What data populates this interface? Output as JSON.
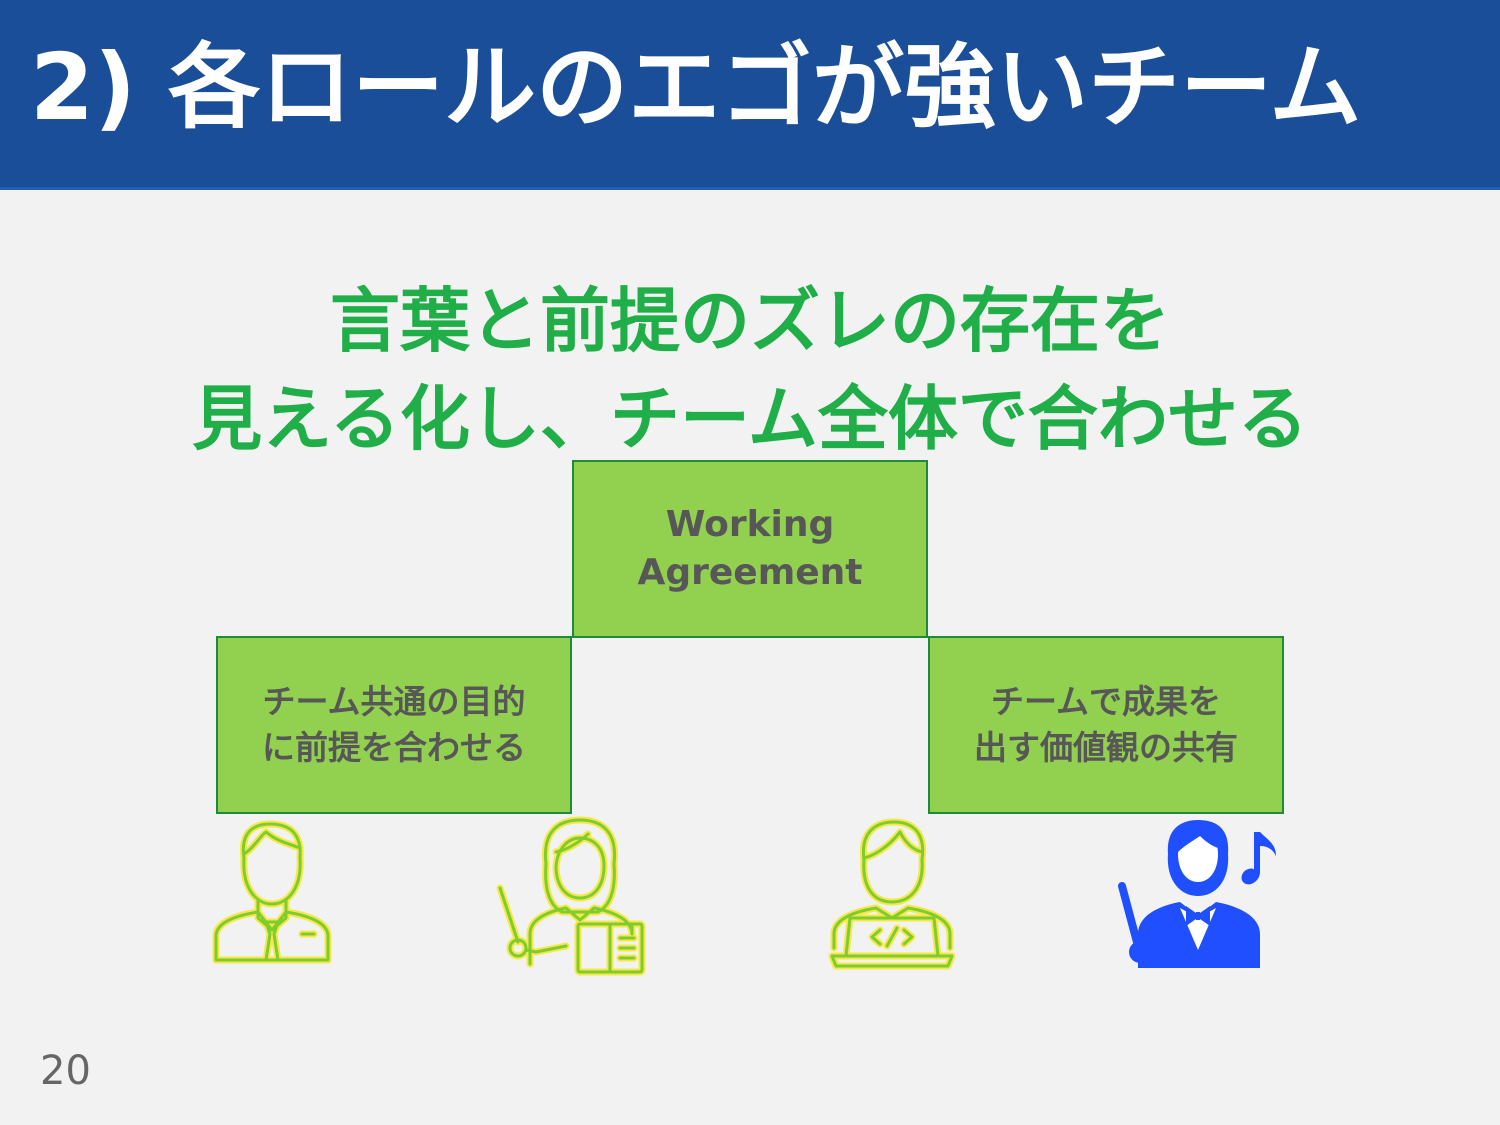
{
  "slide": {
    "title": "2) 各ロールのエゴが強いチーム",
    "page_number": "20"
  },
  "message": {
    "line1": "言葉と前提のズレの存在を",
    "line2": "見える化し、チーム全体で合わせる"
  },
  "diagram": {
    "top_box": {
      "line1": "Working",
      "line2": "Agreement"
    },
    "left_box": {
      "line1": "チーム共通の目的",
      "line2": "に前提を合わせる"
    },
    "right_box": {
      "line1": "チームで成果を",
      "line2": "出す価値観の共有"
    },
    "figures": [
      {
        "icon": "businessman-icon"
      },
      {
        "icon": "teacher-icon"
      },
      {
        "icon": "developer-icon"
      },
      {
        "icon": "conductor-icon"
      }
    ]
  },
  "colors": {
    "title_bar": "#1a4e98",
    "message_text": "#1fae48",
    "box_fill": "#92d050",
    "box_border": "#1e8a3a",
    "icon_green_stroke": "#7fcc2e",
    "icon_green_fill": "#f5e84a",
    "conductor_blue": "#1f4fff"
  }
}
